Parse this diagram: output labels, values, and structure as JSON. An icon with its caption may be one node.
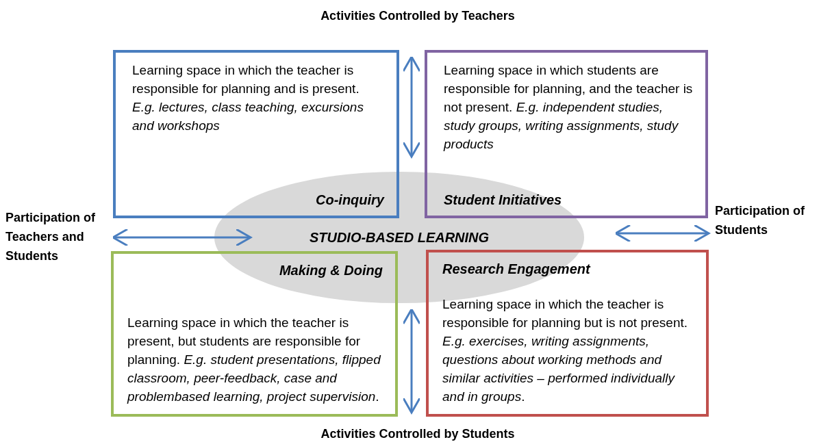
{
  "diagram": {
    "nodes": [
      {
        "text": [
          "Learning space in which the teacher is responsible for planning and is present. *E.g. lectures, class teaching, excursions and workshops*",
          "Co-inquiry"
        ]
      },
      {
        "text": [
          "Learning space in which students are responsible for planning, and the teacher is not present. *E.g. independent studies, study groups, writing assignments, study products*",
          "Student Initiatives"
        ]
      },
      {
        "text": [
          "STUDIO-BASED LEARNING"
        ]
      },
      {
        "text": [
          "Making & Doing",
          "Learning space in which the teacher is present, but students are responsible for planning. *E.g. student presentations, flipped classroom, peer-feedback, case and problembased learning, project supervision*."
        ]
      },
      {
        "text": [
          "Research Engagement",
          "Learning space in which the teacher is responsible for planning but is not present. *E.g. exercises, writing assignments, questions about working methods and similar activities – performed individually and in groups*."
        ]
      }
    ],
    "edges": [],
    "labels": [
      "Activities Controlled by Teachers",
      "Participation of Teachers and Students",
      "Participation of Students",
      "Activities Controlled by Students"
    ]
  }
}
